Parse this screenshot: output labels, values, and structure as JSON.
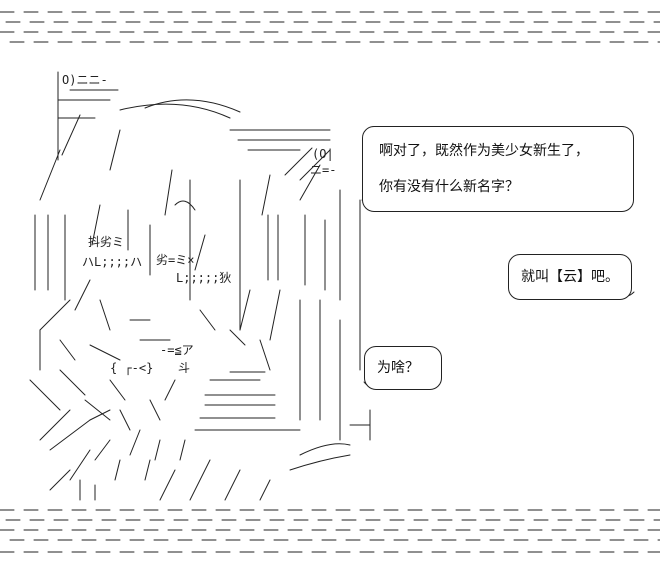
{
  "dialogue": {
    "line1": "啊对了，既然作为美少女新生了，",
    "line2": "你有没有什么新名字？",
    "line3": "就叫【云】吧。",
    "line4": "为啥？"
  },
  "art_labels": {
    "eye_left_top": "抖劣ミ",
    "eye_left_bottom": "ハL;;;;ハ",
    "eye_right_top": "劣=ミ×",
    "eye_right_bottom": "L;;;;;狄",
    "mouth": "斗",
    "mouth_left": "{ ┌-<}",
    "formula": "-=≦ア",
    "hair_mark": "(O|",
    "brow": "ニ=-",
    "top_mark": "O)ニニ-"
  },
  "colors": {
    "ink": "#222222",
    "background": "#ffffff"
  }
}
